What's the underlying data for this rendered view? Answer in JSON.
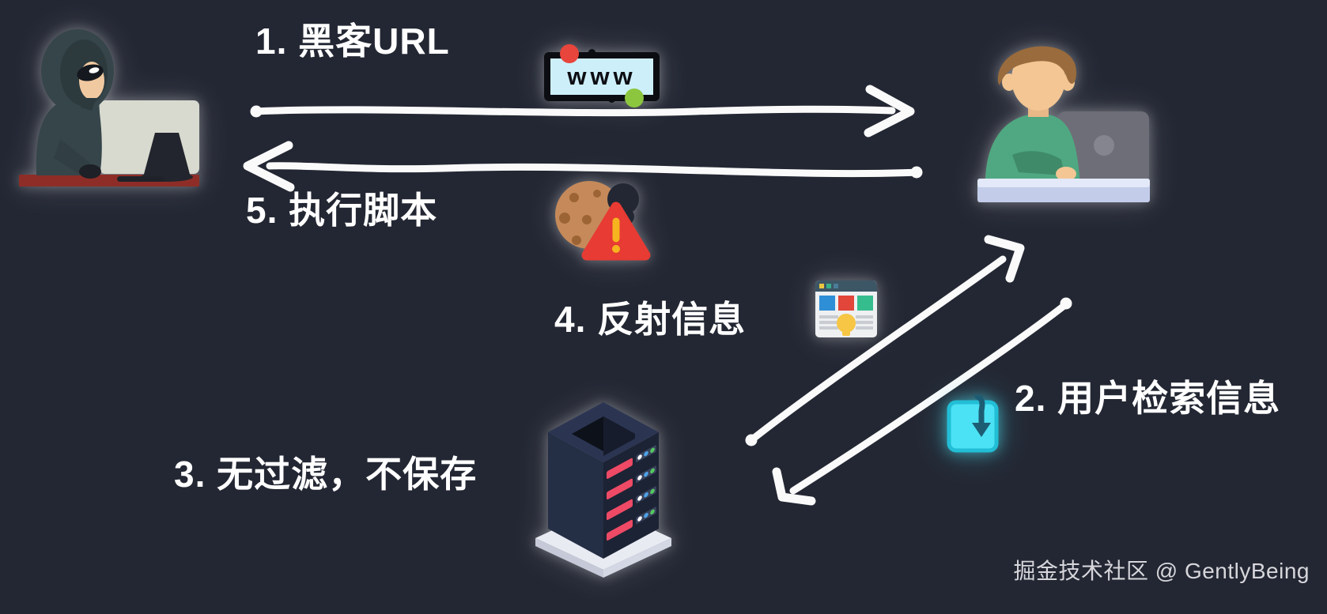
{
  "steps": [
    {
      "num": 1,
      "label": "1. 黑客URL"
    },
    {
      "num": 2,
      "label": "2. 用户检索信息"
    },
    {
      "num": 3,
      "label": "3. 无过滤，不保存"
    },
    {
      "num": 4,
      "label": "4. 反射信息"
    },
    {
      "num": 5,
      "label": "5. 执行脚本"
    }
  ],
  "www_label": "www",
  "watermark": "掘金技术社区 @ GentlyBeing",
  "actors": {
    "hacker_icon": "hacker-at-computer-icon",
    "user_icon": "user-at-laptop-icon",
    "server_icon": "server-rack-icon"
  },
  "decorative_icons": [
    "www-browser-icon",
    "cookie-icon",
    "warning-icon",
    "webpage-icon",
    "download-icon"
  ],
  "colors": {
    "background": "#232733",
    "text": "#ffffff",
    "arrow": "#fafafa",
    "watermark": "#d6d6db",
    "www_box_fill": "#cdeffa",
    "www_dot_red": "#e8453c",
    "www_dot_green": "#8cc63e",
    "cookie_tan": "#c68a5a",
    "warning_red": "#e73b33",
    "warning_exclamation": "#f6b41f",
    "download_cyan": "#4ae2f4",
    "server_blade_red": "#ee4a66",
    "hacker_desk_red": "#8e2d27",
    "user_shirt_green": "#4fa881"
  }
}
